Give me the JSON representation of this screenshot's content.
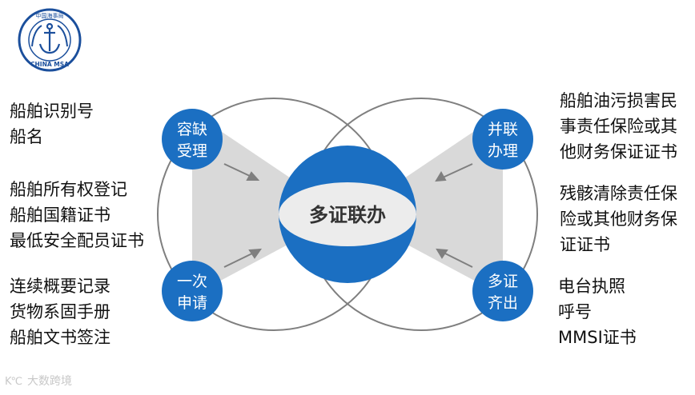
{
  "logo": {
    "top_text": "中国海事局",
    "bottom_text": "CHINA MSA"
  },
  "center": {
    "label": "多证联办"
  },
  "nodes": {
    "top_left": [
      "容缺",
      "受理"
    ],
    "bottom_left": [
      "一次",
      "申请"
    ],
    "top_right": [
      "并联",
      "办理"
    ],
    "bottom_right": [
      "多证",
      "齐出"
    ]
  },
  "left_lists": [
    [
      "船舶识别号",
      "船名"
    ],
    [
      "船舶所有权登记",
      "船舶国籍证书",
      "最低安全配员证书"
    ],
    [
      "连续概要记录",
      "货物系固手册",
      "船舶文书签注"
    ]
  ],
  "right_lists": [
    [
      "船舶油污损害民",
      "事责任保险或其",
      "他财务保证证书"
    ],
    [
      "残骸清除责任保",
      "险或其他财务保",
      "证证书"
    ],
    [
      "电台执照",
      "呼号",
      "MMSI证书"
    ]
  ],
  "watermark": {
    "icon": "K℃",
    "text": "大数跨境"
  },
  "colors": {
    "blue": "#1b6fc2",
    "gray_wedge": "#d9d9d9",
    "ring": "#7f7f7f"
  }
}
